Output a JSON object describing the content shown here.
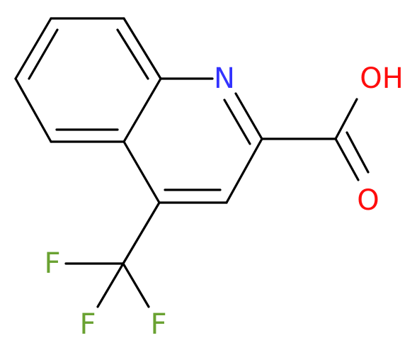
{
  "molecule": {
    "colors": {
      "bond": "#000000",
      "N": "#3333ff",
      "O": "#ff0d0d",
      "F": "#6aa232"
    },
    "atoms": {
      "n1": "N",
      "o_hydroxyl": "OH",
      "o_carbonyl": "O",
      "f_left": "F",
      "f_bottom_left": "F",
      "f_bottom_right": "F"
    }
  }
}
